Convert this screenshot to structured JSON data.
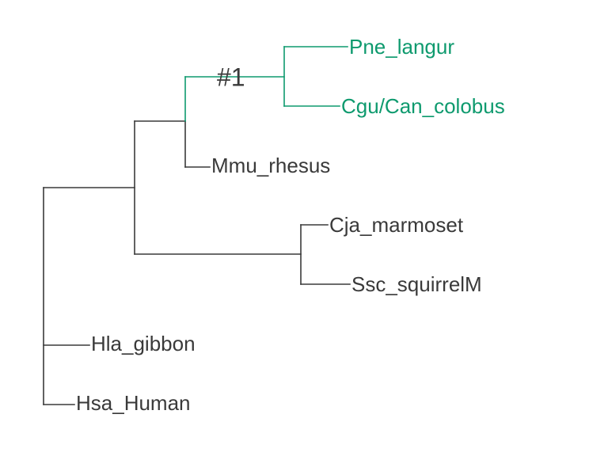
{
  "tree": {
    "colors": {
      "default": "#3a3a3a",
      "highlight": "#0e9a6e"
    },
    "node_label": {
      "text": "#1",
      "color": "#3a3a3a"
    },
    "tips": [
      {
        "id": "pne",
        "label": "Pne_langur",
        "highlight": true
      },
      {
        "id": "cgu",
        "label": "Cgu/Can_colobus",
        "highlight": true
      },
      {
        "id": "mmu",
        "label": "Mmu_rhesus",
        "highlight": false
      },
      {
        "id": "cja",
        "label": "Cja_marmoset",
        "highlight": false
      },
      {
        "id": "ssc",
        "label": "Ssc_squirrelM",
        "highlight": false
      },
      {
        "id": "hla",
        "label": "Hla_gibbon",
        "highlight": false
      },
      {
        "id": "hsa",
        "label": "Hsa_Human",
        "highlight": false
      }
    ],
    "topology": "(((Pne_langur,Cgu/Can_colobus)#1,Mmu_rhesus),(Cja_marmoset,Ssc_squirrelM)),Hla_gibbon,Hsa_Human"
  }
}
